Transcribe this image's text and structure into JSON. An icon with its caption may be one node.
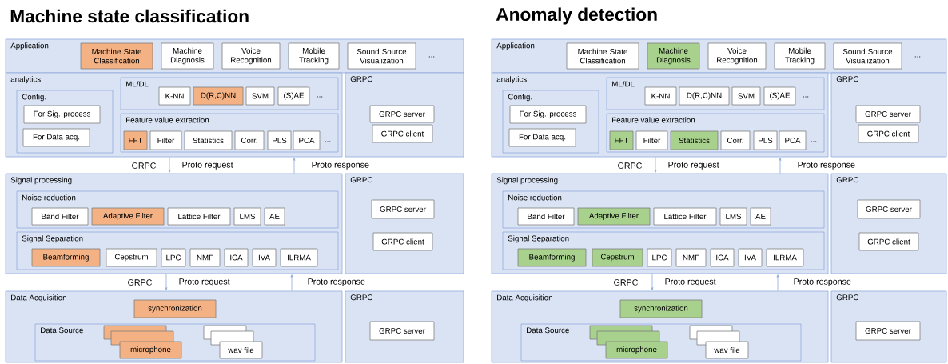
{
  "diagram": {
    "nodes": [
      {
        "text": [
          "Application"
        ]
      },
      {
        "text": [
          "Machine State Classification"
        ],
        "in": 0
      },
      {
        "text": [
          "Machine Diagnosis"
        ],
        "in": 0
      },
      {
        "text": [
          "Voice Recognition"
        ],
        "in": 0
      },
      {
        "text": [
          "Mobile Tracking"
        ],
        "in": 0
      },
      {
        "text": [
          "Sound Source Visualization"
        ],
        "in": 0
      },
      {
        "text": [
          "analytics"
        ]
      },
      {
        "text": [
          "Config."
        ],
        "in": 6
      },
      {
        "text": [
          "For Sig. process"
        ],
        "in": 7
      },
      {
        "text": [
          "For Data acq."
        ],
        "in": 7
      },
      {
        "text": [
          "ML/DL"
        ],
        "in": 6
      },
      {
        "text": [
          "K-NN"
        ],
        "in": 10
      },
      {
        "text": [
          "D(R,C)NN"
        ],
        "in": 10
      },
      {
        "text": [
          "SVM"
        ],
        "in": 10
      },
      {
        "text": [
          "(S)AE"
        ],
        "in": 10
      },
      {
        "text": [
          "Feature value extraction"
        ],
        "in": 6
      },
      {
        "text": [
          "FFT"
        ],
        "in": 15
      },
      {
        "text": [
          "Filter"
        ],
        "in": 15
      },
      {
        "text": [
          "Statistics"
        ],
        "in": 15
      },
      {
        "text": [
          "Corr."
        ],
        "in": 15
      },
      {
        "text": [
          "PLS"
        ],
        "in": 15
      },
      {
        "text": [
          "PCA"
        ],
        "in": 15
      },
      {
        "text": [
          "GRPC"
        ]
      },
      {
        "text": [
          "GRPC server"
        ],
        "in": 22
      },
      {
        "text": [
          "GRPC client"
        ],
        "in": 22
      },
      {
        "text": [
          "Signal processing"
        ]
      },
      {
        "text": [
          "Noise reduction"
        ],
        "in": 25
      },
      {
        "text": [
          "Band Filter"
        ],
        "in": 26
      },
      {
        "text": [
          "Adaptive Filter"
        ],
        "in": 26
      },
      {
        "text": [
          "Lattice Filter"
        ],
        "in": 26
      },
      {
        "text": [
          "LMS"
        ],
        "in": 26
      },
      {
        "text": [
          "AE"
        ],
        "in": 26
      },
      {
        "text": [
          "Signal Separation"
        ],
        "in": 25
      },
      {
        "text": [
          "Beamforming"
        ],
        "in": 32
      },
      {
        "text": [
          "Cepstrum"
        ],
        "in": 32
      },
      {
        "text": [
          "LPC"
        ],
        "in": 32
      },
      {
        "text": [
          "NMF"
        ],
        "in": 32
      },
      {
        "text": [
          "ICA"
        ],
        "in": 32
      },
      {
        "text": [
          "IVA"
        ],
        "in": 32
      },
      {
        "text": [
          "ILRMA"
        ],
        "in": 32
      },
      {
        "text": [
          "GRPC"
        ]
      },
      {
        "text": [
          "GRPC server"
        ],
        "in": 40
      },
      {
        "text": [
          "GRPC client"
        ],
        "in": 40
      },
      {
        "text": [
          "Data Acquisition"
        ]
      },
      {
        "text": [
          "synchronization"
        ],
        "in": 43
      },
      {
        "text": [
          "Data Source"
        ],
        "in": 43
      },
      {
        "text": [],
        "shape": "box",
        "in": 45
      },
      {
        "text": [],
        "shape": "box",
        "in": 45
      },
      {
        "text": [
          "microphone"
        ],
        "in": 45
      },
      {
        "text": [],
        "shape": "box",
        "in": 45
      },
      {
        "text": [],
        "shape": "box",
        "in": 45
      },
      {
        "text": [
          "wav file"
        ],
        "in": 45
      },
      {
        "text": [
          "GRPC"
        ]
      },
      {
        "text": [
          "GRPC server"
        ],
        "in": 52
      },
      {
        "text": [
          "Application"
        ]
      },
      {
        "text": [
          "Machine State Classification"
        ],
        "in": 54
      },
      {
        "text": [
          "Machine Diagnosis"
        ],
        "in": 54
      },
      {
        "text": [
          "Voice Recognition"
        ],
        "in": 54
      },
      {
        "text": [
          "Mobile Tracking"
        ],
        "in": 54
      },
      {
        "text": [
          "Sound Source Visualization"
        ],
        "in": 54
      },
      {
        "text": [
          "analytics"
        ]
      },
      {
        "text": [
          "Config."
        ],
        "in": 60
      },
      {
        "text": [
          "For Sig. process"
        ],
        "in": 61
      },
      {
        "text": [
          "For Data acq."
        ],
        "in": 61
      },
      {
        "text": [
          "ML/DL"
        ],
        "in": 60
      },
      {
        "text": [
          "K-NN"
        ],
        "in": 64
      },
      {
        "text": [
          "D(R,C)NN"
        ],
        "in": 64
      },
      {
        "text": [
          "SVM"
        ],
        "in": 64
      },
      {
        "text": [
          "(S)AE"
        ],
        "in": 64
      },
      {
        "text": [
          "Feature value extraction"
        ],
        "in": 60
      },
      {
        "text": [
          "FFT"
        ],
        "in": 69
      },
      {
        "text": [
          "Filter"
        ],
        "in": 69
      },
      {
        "text": [
          "Statistics"
        ],
        "in": 69
      },
      {
        "text": [
          "Corr."
        ],
        "in": 69
      },
      {
        "text": [
          "PLS"
        ],
        "in": 69
      },
      {
        "text": [
          "PCA"
        ],
        "in": 69
      },
      {
        "text": [
          "GRPC"
        ]
      },
      {
        "text": [
          "GRPC server"
        ],
        "in": 76
      },
      {
        "text": [
          "GRPC client"
        ],
        "in": 76
      },
      {
        "text": [
          "Signal processing"
        ]
      },
      {
        "text": [
          "Noise reduction"
        ],
        "in": 79
      },
      {
        "text": [
          "Band Filter"
        ],
        "in": 80
      },
      {
        "text": [
          "Adaptive Filter"
        ],
        "in": 80
      },
      {
        "text": [
          "Lattice Filter"
        ],
        "in": 80
      },
      {
        "text": [
          "LMS"
        ],
        "in": 80
      },
      {
        "text": [
          "AE"
        ],
        "in": 80
      },
      {
        "text": [
          "Signal Separation"
        ],
        "in": 79
      },
      {
        "text": [
          "Beamforming"
        ],
        "in": 86
      },
      {
        "text": [
          "Cepstrum"
        ],
        "in": 86
      },
      {
        "text": [
          "LPC"
        ],
        "in": 86
      },
      {
        "text": [
          "NMF"
        ],
        "in": 86
      },
      {
        "text": [
          "ICA"
        ],
        "in": 86
      },
      {
        "text": [
          "IVA"
        ],
        "in": 86
      },
      {
        "text": [
          "ILRMA"
        ],
        "in": 86
      },
      {
        "text": [
          "GRPC"
        ]
      },
      {
        "text": [
          "GRPC server"
        ],
        "in": 94
      },
      {
        "text": [
          "GRPC client"
        ],
        "in": 94
      },
      {
        "text": [
          "Data Acquisition"
        ]
      },
      {
        "text": [
          "synchronization"
        ],
        "in": 97
      },
      {
        "text": [
          "Data Source"
        ],
        "in": 97
      },
      {
        "text": [],
        "shape": "box",
        "in": 99
      },
      {
        "text": [],
        "shape": "box",
        "in": 99
      },
      {
        "text": [
          "microphone"
        ],
        "in": 99
      },
      {
        "text": [],
        "shape": "box",
        "in": 99
      },
      {
        "text": [],
        "shape": "box",
        "in": 99
      },
      {
        "text": [
          "wav file"
        ],
        "in": 99
      },
      {
        "text": [
          "GRPC"
        ]
      },
      {
        "text": [
          "GRPC server"
        ],
        "in": 106
      }
    ],
    "edges": [
      {
        "from": 6,
        "to": 25,
        "arrow": "to",
        "label": "Proto request"
      },
      {
        "from": 25,
        "to": 6,
        "arrow": "to",
        "label": "Proto response"
      },
      {
        "from": 25,
        "to": 43,
        "arrow": "to",
        "label": "Proto request"
      },
      {
        "from": 43,
        "to": 25,
        "arrow": "to",
        "label": "Proto response"
      },
      {
        "from": 60,
        "to": 79,
        "arrow": "to",
        "label": "Proto request"
      },
      {
        "from": 79,
        "to": 60,
        "arrow": "to",
        "label": "Proto response"
      },
      {
        "from": 79,
        "to": 97,
        "arrow": "to",
        "label": "Proto request"
      },
      {
        "from": 97,
        "to": 79,
        "arrow": "to",
        "label": "Proto response"
      }
    ],
    "labels": [
      "Machine state classification",
      "...",
      "...",
      "...",
      "GRPC",
      "GRPC",
      "Anomaly detection",
      "...",
      "...",
      "...",
      "GRPC",
      "GRPC"
    ]
  }
}
